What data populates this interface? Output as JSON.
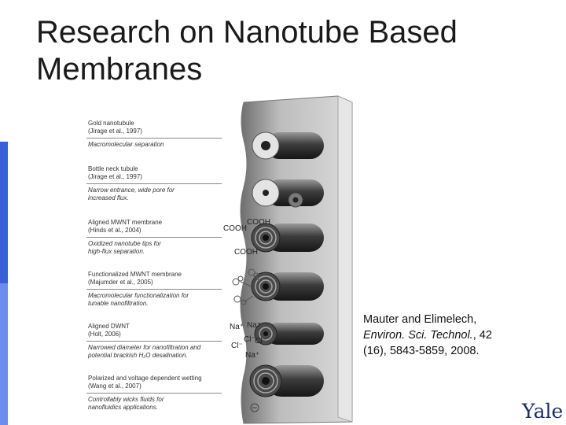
{
  "slide": {
    "title": "Research on Nanotube Based Membranes",
    "accent_colors": [
      "#3a5fd6",
      "#6c8cf0"
    ]
  },
  "diagram": {
    "entries": [
      {
        "name": "Gold nanotubule\n(Jirage et al., 1997)",
        "desc": "Macromolecular separation"
      },
      {
        "name": "Bottle neck tubule\n(Jirage et al., 1997)",
        "desc": "Narrow entrance, wide pore for\nincreased flux."
      },
      {
        "name": "Aligned MWNT membrane\n(Hinds et al., 2004)",
        "desc": "Oxidized nanotube tips for\nhigh-flux separation."
      },
      {
        "name": "Functionalized MWNT membrane\n(Majumder et al., 2005)",
        "desc": "Macromolecular functionalization for\ntunable nanofiltration."
      },
      {
        "name": "Aligned DWNT\n(Holt, 2006)",
        "desc": "Narrowed diameter for nanofiltration and\npotential brackish H₂O desalination."
      },
      {
        "name": "Polarized and voltage dependent wetting\n(Wang et al., 2007)",
        "desc": "Controllably wicks fluids for\nnanofluidics applications."
      }
    ],
    "labels": {
      "carboxyl_1": "COOH",
      "carboxyl_2": "COOH",
      "carboxyl_3": "COOH",
      "sodium_1": "Na⁺",
      "sodium_2": "Na⁺",
      "sodium_3": "Na⁺",
      "chloride_1": "Cl⁻",
      "chloride_2": "Cl⁻",
      "chloride_3": "Cl⁻"
    }
  },
  "citation": {
    "authors": "Mauter and Elimelech,",
    "journal": "Environ. Sci. Technol.",
    "after_journal": ", 42",
    "details": "(16), 5843-5859, 2008."
  },
  "logo": {
    "text": "Yale",
    "color": "#1a2f6a"
  }
}
